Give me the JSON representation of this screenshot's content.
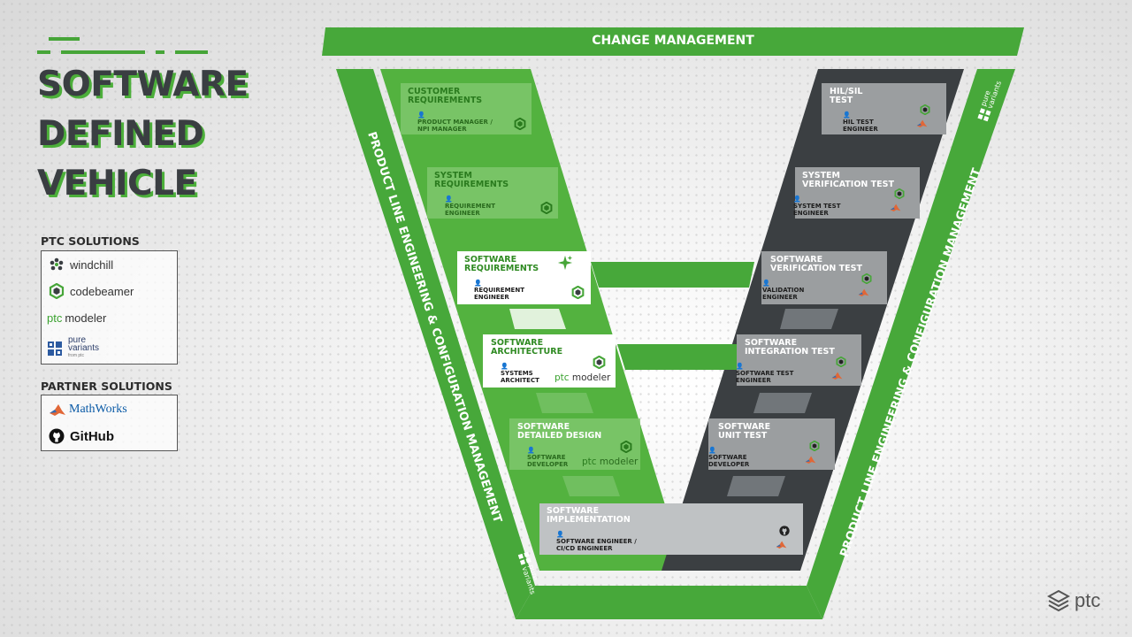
{
  "title": {
    "line1": "SOFTWARE",
    "line2": "DEFINED",
    "line3": "VEHICLE"
  },
  "ptc_solutions": {
    "heading": "PTC SOLUTIONS",
    "items": [
      "windchill",
      "codebeamer",
      "modeler",
      "pure",
      "variants"
    ],
    "ptc_prefix": "ptc",
    "pv_sub": "from ptc"
  },
  "partner_solutions": {
    "heading": "PARTNER SOLUTIONS",
    "items": [
      "MathWorks",
      "GitHub"
    ]
  },
  "diagram": {
    "change_management": "CHANGE MANAGEMENT",
    "ple_label": "PRODUCT LINE ENGINEERING & CONFIGURATION MANAGEMENT",
    "pure_variants": {
      "line1": "pure",
      "line2": "variants"
    },
    "left_stages": [
      {
        "title1": "CUSTOMER",
        "title2": "REQUIREMENTS",
        "role1": "PRODUCT MANAGER /",
        "role2": "NPI MANAGER"
      },
      {
        "title1": "SYSTEM",
        "title2": "REQUIREMENTS",
        "role1": "REQUIREMENT",
        "role2": "ENGINEER"
      },
      {
        "title1": "SOFTWARE",
        "title2": "REQUIREMENTS",
        "role1": "REQUIREMENT",
        "role2": "ENGINEER"
      },
      {
        "title1": "SOFTWARE",
        "title2": "ARCHITECTURE",
        "role1": "SYSTEMS",
        "role2": "ARCHITECT"
      },
      {
        "title1": "SOFTWARE",
        "title2": "DETAILED DESIGN",
        "role1": "SOFTWARE",
        "role2": "DEVELOPER"
      }
    ],
    "implementation": {
      "title1": "SOFTWARE",
      "title2": "IMPLEMENTATION",
      "role1": "SOFTWARE ENGINEER /",
      "role2": "CI/CD ENGINEER"
    },
    "right_stages": [
      {
        "title1": "HIL/SIL",
        "title2": "TEST",
        "role1": "HIL TEST",
        "role2": "ENGINEER"
      },
      {
        "title1": "SYSTEM",
        "title2": "VERIFICATION TEST",
        "role1": "SYSTEM TEST",
        "role2": "ENGINEER"
      },
      {
        "title1": "SOFTWARE",
        "title2": "VERIFICATION TEST",
        "role1": "VALIDATION",
        "role2": "ENGINEER"
      },
      {
        "title1": "SOFTWARE",
        "title2": "INTEGRATION TEST",
        "role1": "SOFTWARE TEST",
        "role2": "ENGINEER"
      },
      {
        "title1": "SOFTWARE",
        "title2": "UNIT TEST",
        "role1": "SOFTWARE",
        "role2": "DEVELOPER"
      }
    ],
    "modeler_label": {
      "ptc": "ptc",
      "text": "modeler"
    }
  },
  "brand": {
    "name": "ptc"
  },
  "colors": {
    "green": "#46a538",
    "dark": "#3b3f42",
    "accent_text": "#2a7b1e"
  }
}
